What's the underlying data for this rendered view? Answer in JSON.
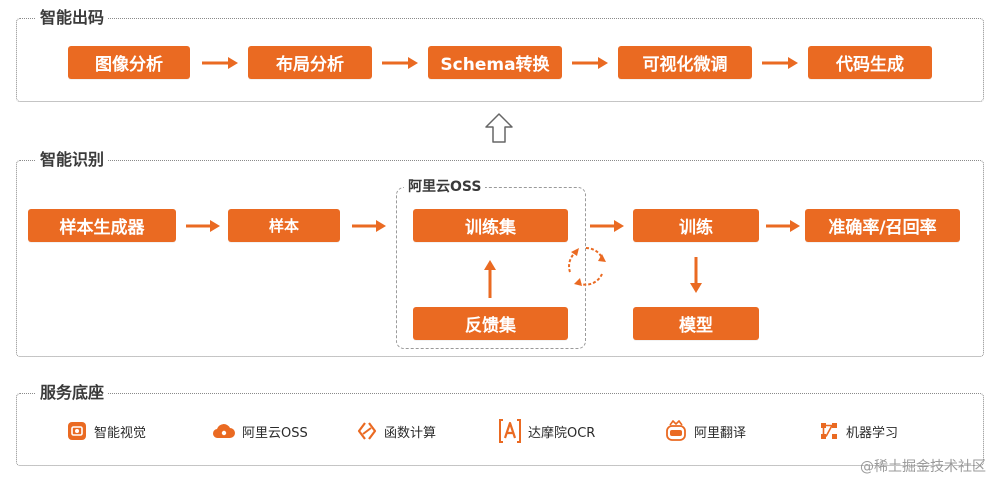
{
  "sections": {
    "top": {
      "title": "智能出码"
    },
    "middle": {
      "title": "智能识别"
    },
    "bottom": {
      "title": "服务底座"
    }
  },
  "pipeline": [
    "图像分析",
    "布局分析",
    "Schema转换",
    "可视化微调",
    "代码生成"
  ],
  "recognition": {
    "sample_generator": "样本生成器",
    "samples": "样本",
    "oss_group_title": "阿里云OSS",
    "training_set": "训练集",
    "feedback_set": "反馈集",
    "training": "训练",
    "model": "模型",
    "metrics": "准确率/召回率"
  },
  "services": [
    {
      "label": "智能视觉",
      "icon": "vision-icon"
    },
    {
      "label": "阿里云OSS",
      "icon": "cloud-icon"
    },
    {
      "label": "函数计算",
      "icon": "function-compute-icon"
    },
    {
      "label": "达摩院OCR",
      "icon": "ocr-icon"
    },
    {
      "label": "阿里翻译",
      "icon": "translate-icon"
    },
    {
      "label": "机器学习",
      "icon": "machine-learning-icon"
    }
  ],
  "watermark": "@稀土掘金技术社区",
  "colors": {
    "accent": "#ea6a22",
    "border": "#8a8a8a",
    "text": "#3a3a3a"
  }
}
